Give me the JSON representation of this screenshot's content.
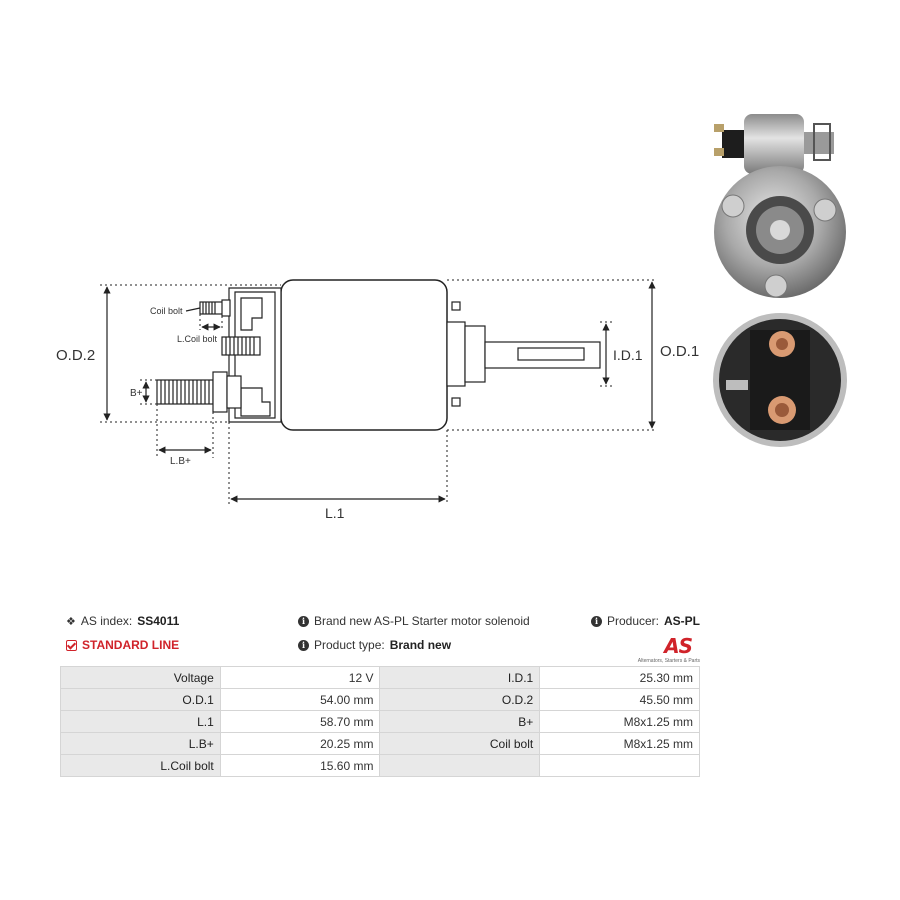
{
  "diagram": {
    "labels": {
      "od2": "O.D.2",
      "od1": "O.D.1",
      "id1": "I.D.1",
      "l1": "L.1",
      "lb": "L.B+",
      "bplus": "B+",
      "coil_bolt": "Coil bolt",
      "l_coil_bolt": "L.Coil bolt"
    }
  },
  "info": {
    "as_index_label": "AS index:",
    "as_index_value": "SS4011",
    "standard_line": "STANDARD LINE",
    "description": "Brand new AS-PL Starter motor solenoid",
    "product_type_label": "Product type:",
    "product_type_value": "Brand new",
    "producer_label": "Producer:",
    "producer_value": "AS-PL",
    "logo_text": "AS",
    "logo_tagline": "Alternators, Starters & Parts"
  },
  "specs": {
    "rows": [
      {
        "l1": "Voltage",
        "v1": "12 V",
        "l2": "I.D.1",
        "v2": "25.30 mm"
      },
      {
        "l1": "O.D.1",
        "v1": "54.00 mm",
        "l2": "O.D.2",
        "v2": "45.50 mm"
      },
      {
        "l1": "L.1",
        "v1": "58.70 mm",
        "l2": "B+",
        "v2": "M8x1.25 mm"
      },
      {
        "l1": "L.B+",
        "v1": "20.25 mm",
        "l2": "Coil bolt",
        "v2": "M8x1.25 mm"
      },
      {
        "l1": "L.Coil bolt",
        "v1": "15.60 mm",
        "l2": "",
        "v2": ""
      }
    ]
  },
  "colors": {
    "accent_red": "#d0232a",
    "table_label_bg": "#e9e9e9",
    "table_border": "#d5d5d5"
  }
}
